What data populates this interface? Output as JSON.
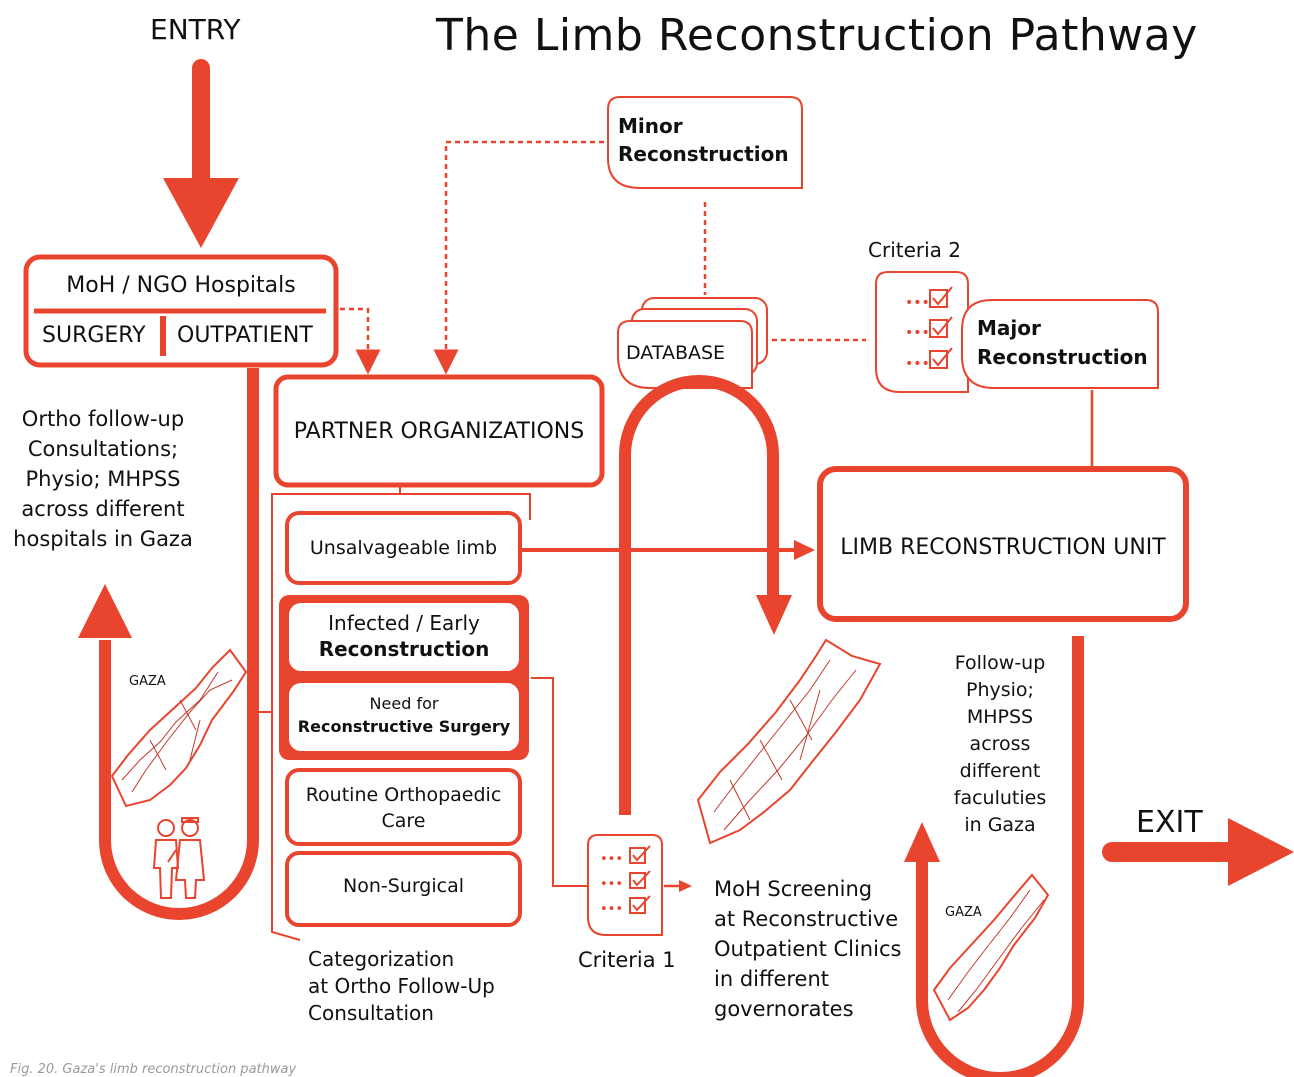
{
  "title": "The Limb Reconstruction Pathway",
  "entry_label": "ENTRY",
  "exit_label": "EXIT",
  "hospitals": {
    "title": "MoH / NGO Hospitals",
    "left": "SURGERY",
    "right": "OUTPATIENT"
  },
  "left_notes": [
    "Ortho follow-up",
    "Consultations;",
    "Physio; MHPSS",
    "across different",
    "hospitals in Gaza"
  ],
  "partner_orgs": "PARTNER ORGANIZATIONS",
  "categories": {
    "unsalvageable": "Unsalvageable limb",
    "infected_line1": "Infected / Early",
    "infected_line2": "Reconstruction",
    "need_line1": "Need for",
    "need_line2": "Reconstructive Surgery",
    "routine_line1": "Routine Orthopaedic",
    "routine_line2": "Care",
    "non_surgical": "Non-Surgical"
  },
  "categorization_note": [
    "Categorization",
    "at Ortho Follow-Up",
    "Consultation"
  ],
  "minor": [
    "Minor",
    "Reconstruction"
  ],
  "database": "DATABASE",
  "criteria2": "Criteria 2",
  "major": [
    "Major",
    "Reconstruction"
  ],
  "limb_unit": "LIMB RECONSTRUCTION UNIT",
  "criteria1": "Criteria 1",
  "moh_screening": [
    "MoH Screening",
    "at Reconstructive",
    "Outpatient Clinics",
    "in different",
    "governorates"
  ],
  "right_notes": [
    "Follow-up",
    "Physio;",
    "MHPSS",
    "across",
    "different",
    "faculuties",
    "in Gaza"
  ],
  "gaza_label": "GAZA",
  "caption": "Fig. 20. Gaza's limb reconstruction pathway",
  "colors": {
    "accent": "#e8442e",
    "text": "#111111",
    "map_line": "#c0392b"
  },
  "icons": [
    "arrow-entry-icon",
    "arrow-exit-icon",
    "gaza-map-icon",
    "people-icon",
    "checklist-icon",
    "database-icon"
  ]
}
